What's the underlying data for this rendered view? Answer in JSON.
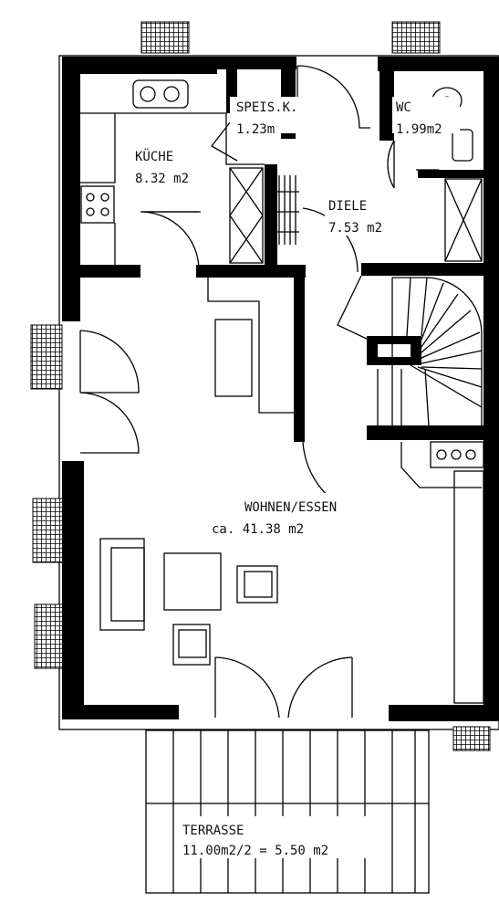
{
  "rooms": {
    "kueche": {
      "name": "KÜCHE",
      "area": "8.32 m2"
    },
    "speis": {
      "name": "SPEIS.K.",
      "area": "1.23m"
    },
    "wc": {
      "name": "WC",
      "area": "1.99m2"
    },
    "diele": {
      "name": "DIELE",
      "area": "7.53 m2"
    },
    "wohnen": {
      "name": "WOHNEN/ESSEN",
      "area": "ca. 41.38 m2"
    },
    "terrasse": {
      "name": "TERRASSE",
      "area": "11.00m2/2 = 5.50 m2"
    }
  }
}
